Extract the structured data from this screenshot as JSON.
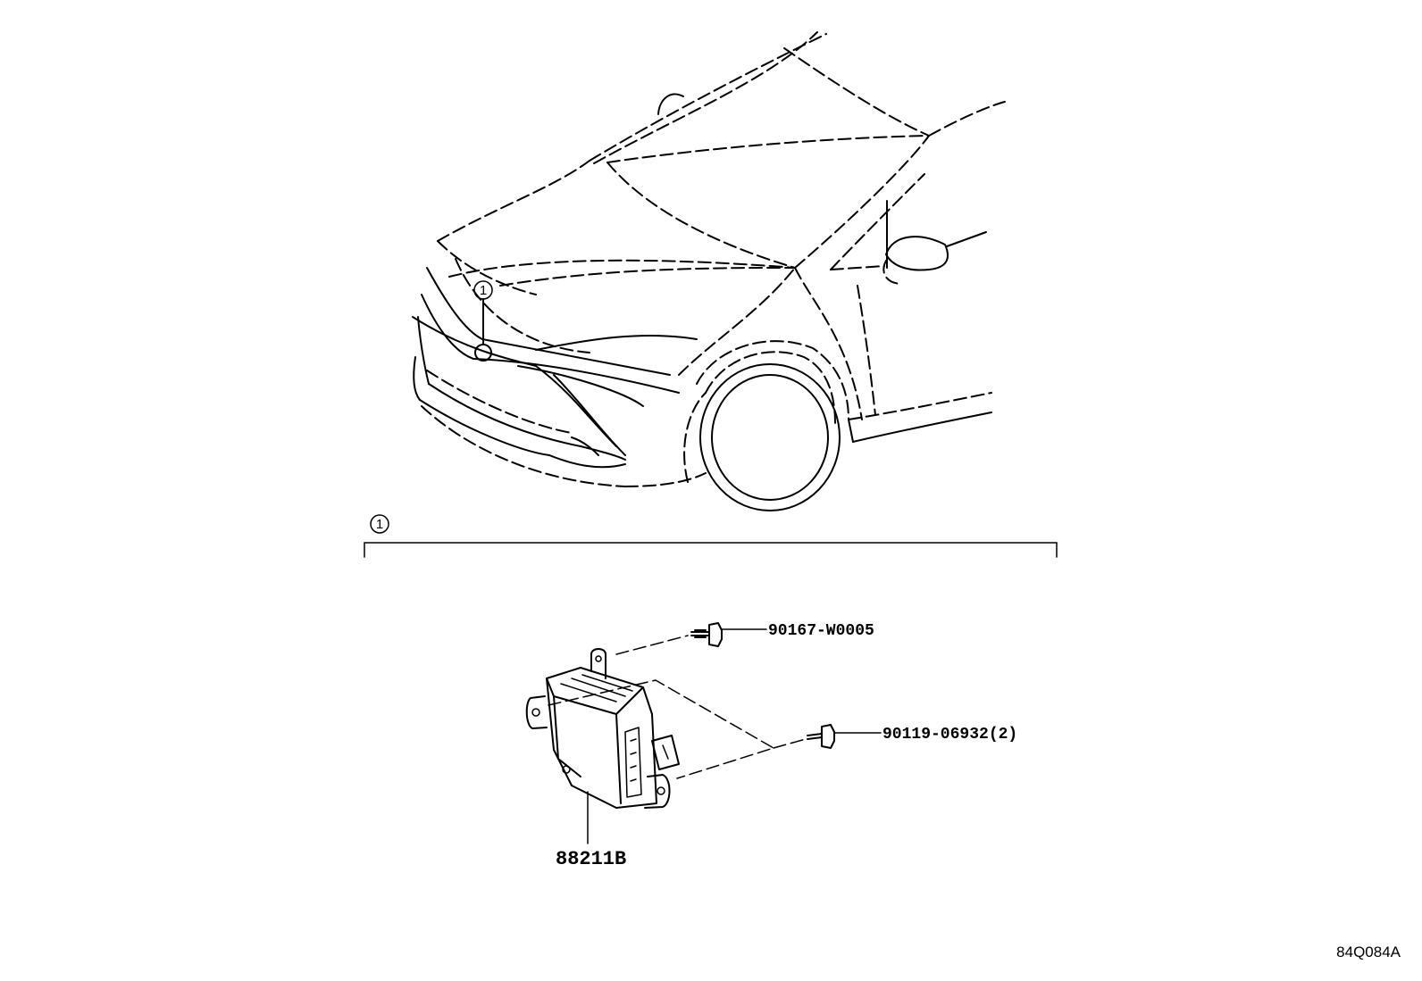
{
  "callouts": {
    "vehicle_ref": "1",
    "group_ref": "1"
  },
  "parts": {
    "sensor": "88211B",
    "upper_bolt": "90167-W0005",
    "lower_bolt": "90119-06932(2)"
  },
  "illustration_code": "84Q084A"
}
